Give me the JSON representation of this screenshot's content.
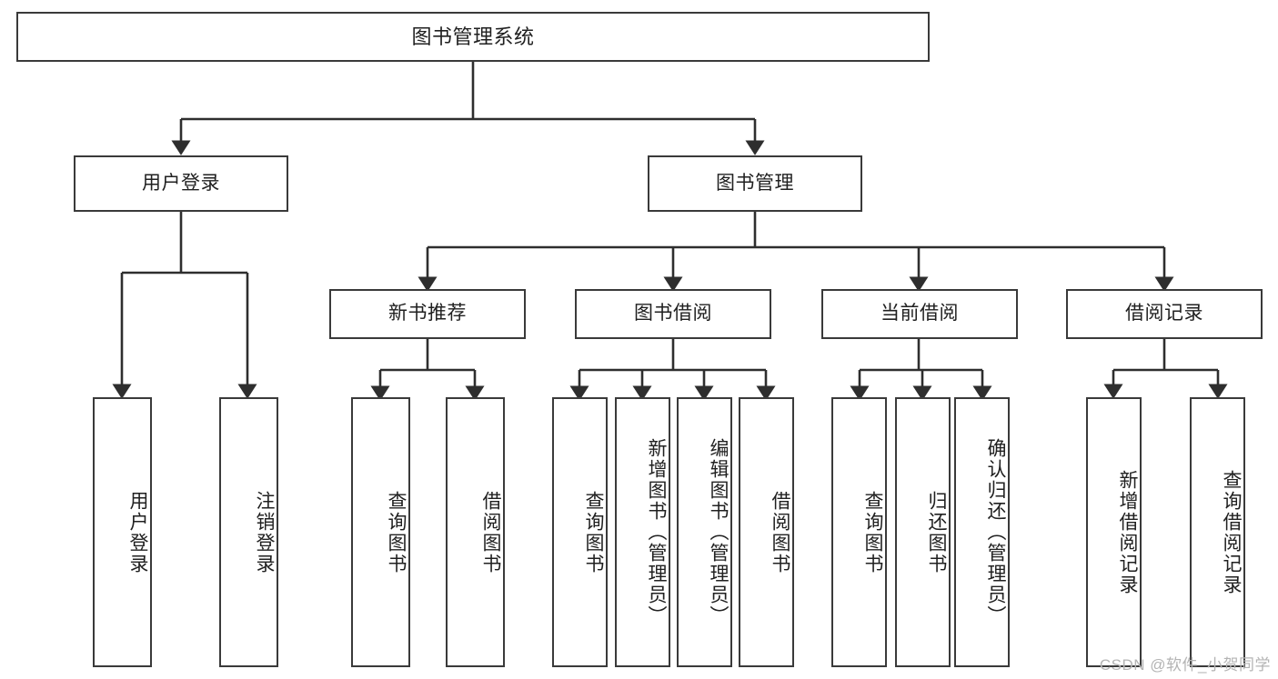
{
  "diagram": {
    "title": "图书管理系统",
    "type": "functional-structure-tree",
    "watermark": "CSDN @软件_小贺同学",
    "colors": {
      "stroke": "#3a3a3a",
      "fill": "#ffffff",
      "text": "#202020",
      "watermark": "#b4b4b4"
    },
    "levels": {
      "root": "图书管理系统",
      "level1": [
        "用户登录",
        "图书管理"
      ],
      "level2": [
        "新书推荐",
        "图书借阅",
        "当前借阅",
        "借阅记录"
      ]
    },
    "nodes": {
      "root": {
        "label": "图书管理系统"
      },
      "user_login": {
        "label": "用户登录"
      },
      "book_manage": {
        "label": "图书管理"
      },
      "new_book_rec": {
        "label": "新书推荐"
      },
      "book_borrow": {
        "label": "图书借阅"
      },
      "current_borrow": {
        "label": "当前借阅"
      },
      "borrow_record": {
        "label": "借阅记录"
      },
      "leaf_user_login": {
        "label": "用户登录"
      },
      "leaf_logout": {
        "label": "注销登录"
      },
      "leaf_query_book_1": {
        "label": "查询图书"
      },
      "leaf_borrow_book_1": {
        "label": "借阅图书"
      },
      "leaf_query_book_2": {
        "label": "查询图书"
      },
      "leaf_add_book_admin": {
        "label": "新增图书（管理员）"
      },
      "leaf_edit_book_admin": {
        "label": "编辑图书（管理员）"
      },
      "leaf_borrow_book_2": {
        "label": "借阅图书"
      },
      "leaf_query_book_3": {
        "label": "查询图书"
      },
      "leaf_return_book": {
        "label": "归还图书"
      },
      "leaf_confirm_return_admin": {
        "label": "确认归还（管理员）"
      },
      "leaf_add_record": {
        "label": "新增借阅记录"
      },
      "leaf_query_record": {
        "label": "查询借阅记录"
      }
    },
    "tree": [
      {
        "id": "root",
        "label": "图书管理系统",
        "children": [
          {
            "id": "user_login",
            "label": "用户登录",
            "children": [
              {
                "id": "leaf_user_login",
                "label": "用户登录"
              },
              {
                "id": "leaf_logout",
                "label": "注销登录"
              }
            ]
          },
          {
            "id": "book_manage",
            "label": "图书管理",
            "children": [
              {
                "id": "new_book_rec",
                "label": "新书推荐",
                "children": [
                  {
                    "id": "leaf_query_book_1",
                    "label": "查询图书"
                  },
                  {
                    "id": "leaf_borrow_book_1",
                    "label": "借阅图书"
                  }
                ]
              },
              {
                "id": "book_borrow",
                "label": "图书借阅",
                "children": [
                  {
                    "id": "leaf_query_book_2",
                    "label": "查询图书"
                  },
                  {
                    "id": "leaf_add_book_admin",
                    "label": "新增图书（管理员）"
                  },
                  {
                    "id": "leaf_edit_book_admin",
                    "label": "编辑图书（管理员）"
                  },
                  {
                    "id": "leaf_borrow_book_2",
                    "label": "借阅图书"
                  }
                ]
              },
              {
                "id": "current_borrow",
                "label": "当前借阅",
                "children": [
                  {
                    "id": "leaf_query_book_3",
                    "label": "查询图书"
                  },
                  {
                    "id": "leaf_return_book",
                    "label": "归还图书"
                  },
                  {
                    "id": "leaf_confirm_return_admin",
                    "label": "确认归还（管理员）"
                  }
                ]
              },
              {
                "id": "borrow_record",
                "label": "借阅记录",
                "children": [
                  {
                    "id": "leaf_add_record",
                    "label": "新增借阅记录"
                  },
                  {
                    "id": "leaf_query_record",
                    "label": "查询借阅记录"
                  }
                ]
              }
            ]
          }
        ]
      }
    ]
  }
}
